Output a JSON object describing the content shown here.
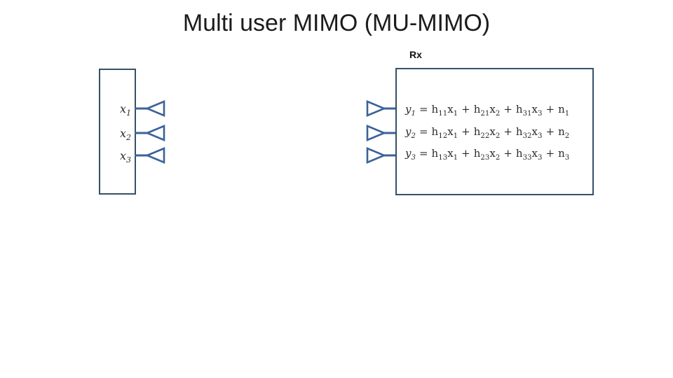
{
  "title": "Multi user MIMO (MU-MIMO)",
  "colors": {
    "box_border": "#35506b",
    "antenna_blue": "#3b6397",
    "title_text": "#1c1c1c",
    "equation_text": "#2b2b2b"
  },
  "icons": {
    "tx_antenna": "antenna-left-icon",
    "rx_antenna": "antenna-right-icon"
  },
  "transmitter": {
    "inputs": [
      {
        "t": "x",
        "s": "1"
      },
      {
        "t": "x",
        "s": "2"
      },
      {
        "t": "x",
        "s": "3"
      }
    ]
  },
  "receiver": {
    "label": "Rx",
    "equations": [
      {
        "tokens": [
          {
            "t": "y",
            "s": "1"
          },
          {
            "t": "="
          },
          {
            "t": "h",
            "s": "11"
          },
          {
            "t": "x",
            "s": "1"
          },
          {
            "t": "+"
          },
          {
            "t": "h",
            "s": "21"
          },
          {
            "t": "x",
            "s": "2"
          },
          {
            "t": "+"
          },
          {
            "t": "h",
            "s": "31"
          },
          {
            "t": "x",
            "s": "3"
          },
          {
            "t": "+"
          },
          {
            "t": "n",
            "s": "1"
          }
        ]
      },
      {
        "tokens": [
          {
            "t": "y",
            "s": "2"
          },
          {
            "t": "="
          },
          {
            "t": "h",
            "s": "12"
          },
          {
            "t": "x",
            "s": "1"
          },
          {
            "t": "+"
          },
          {
            "t": "h",
            "s": "22"
          },
          {
            "t": "x",
            "s": "2"
          },
          {
            "t": "+"
          },
          {
            "t": "h",
            "s": "32"
          },
          {
            "t": "x",
            "s": "3"
          },
          {
            "t": "+"
          },
          {
            "t": "n",
            "s": "2"
          }
        ]
      },
      {
        "tokens": [
          {
            "t": "y",
            "s": "3"
          },
          {
            "t": "="
          },
          {
            "t": "h",
            "s": "13"
          },
          {
            "t": "x",
            "s": "1"
          },
          {
            "t": "+"
          },
          {
            "t": "h",
            "s": "23"
          },
          {
            "t": "x",
            "s": "2"
          },
          {
            "t": "+"
          },
          {
            "t": "h",
            "s": "33"
          },
          {
            "t": "x",
            "s": "3"
          },
          {
            "t": "+"
          },
          {
            "t": "n",
            "s": "3"
          }
        ]
      }
    ]
  }
}
